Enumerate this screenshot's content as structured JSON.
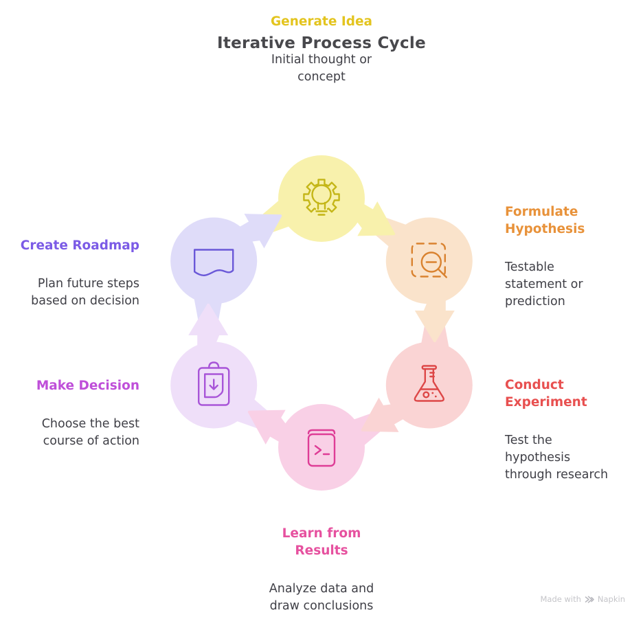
{
  "title": "Iterative Process Cycle",
  "colors": {
    "background": "#ffffff",
    "title_text": "#48484c",
    "desc_text": "#3f3f46",
    "watermark_text": "#c5c5c9"
  },
  "steps": [
    {
      "id": "generate-idea",
      "label": "Generate Idea",
      "desc": "Initial thought or\nconcept",
      "label_color": "#e3c41e",
      "circle_color": "#f8f1ac",
      "icon_color": "#c4b618",
      "icon": "gear-lightbulb-icon"
    },
    {
      "id": "formulate-hypothesis",
      "label": "Formulate\nHypothesis",
      "desc": "Testable\nstatement or\nprediction",
      "label_color": "#e8923a",
      "circle_color": "#fae3cb",
      "icon_color": "#d9822f",
      "icon": "scan-search-icon"
    },
    {
      "id": "conduct-experiment",
      "label": "Conduct\nExperiment",
      "desc": "Test the\nhypothesis\nthrough research",
      "label_color": "#e85050",
      "circle_color": "#fad4d4",
      "icon_color": "#dd4747",
      "icon": "flask-icon"
    },
    {
      "id": "learn-from-results",
      "label": "Learn from\nResults",
      "desc": "Analyze data and\ndraw conclusions",
      "label_color": "#e6519f",
      "circle_color": "#f9d0e6",
      "icon_color": "#de3d96",
      "icon": "code-notebook-icon"
    },
    {
      "id": "make-decision",
      "label": "Make Decision",
      "desc": "Choose the best\ncourse of action",
      "label_color": "#bf4fd9",
      "circle_color": "#efdff9",
      "icon_color": "#a855d8",
      "icon": "clipboard-download-icon"
    },
    {
      "id": "create-roadmap",
      "label": "Create Roadmap",
      "desc": "Plan future steps\nbased on decision",
      "label_color": "#7b5be6",
      "circle_color": "#dfdcf9",
      "icon_color": "#6a58d8",
      "icon": "map-icon"
    }
  ],
  "watermark": {
    "prefix": "Made with",
    "brand": "Napkin"
  }
}
